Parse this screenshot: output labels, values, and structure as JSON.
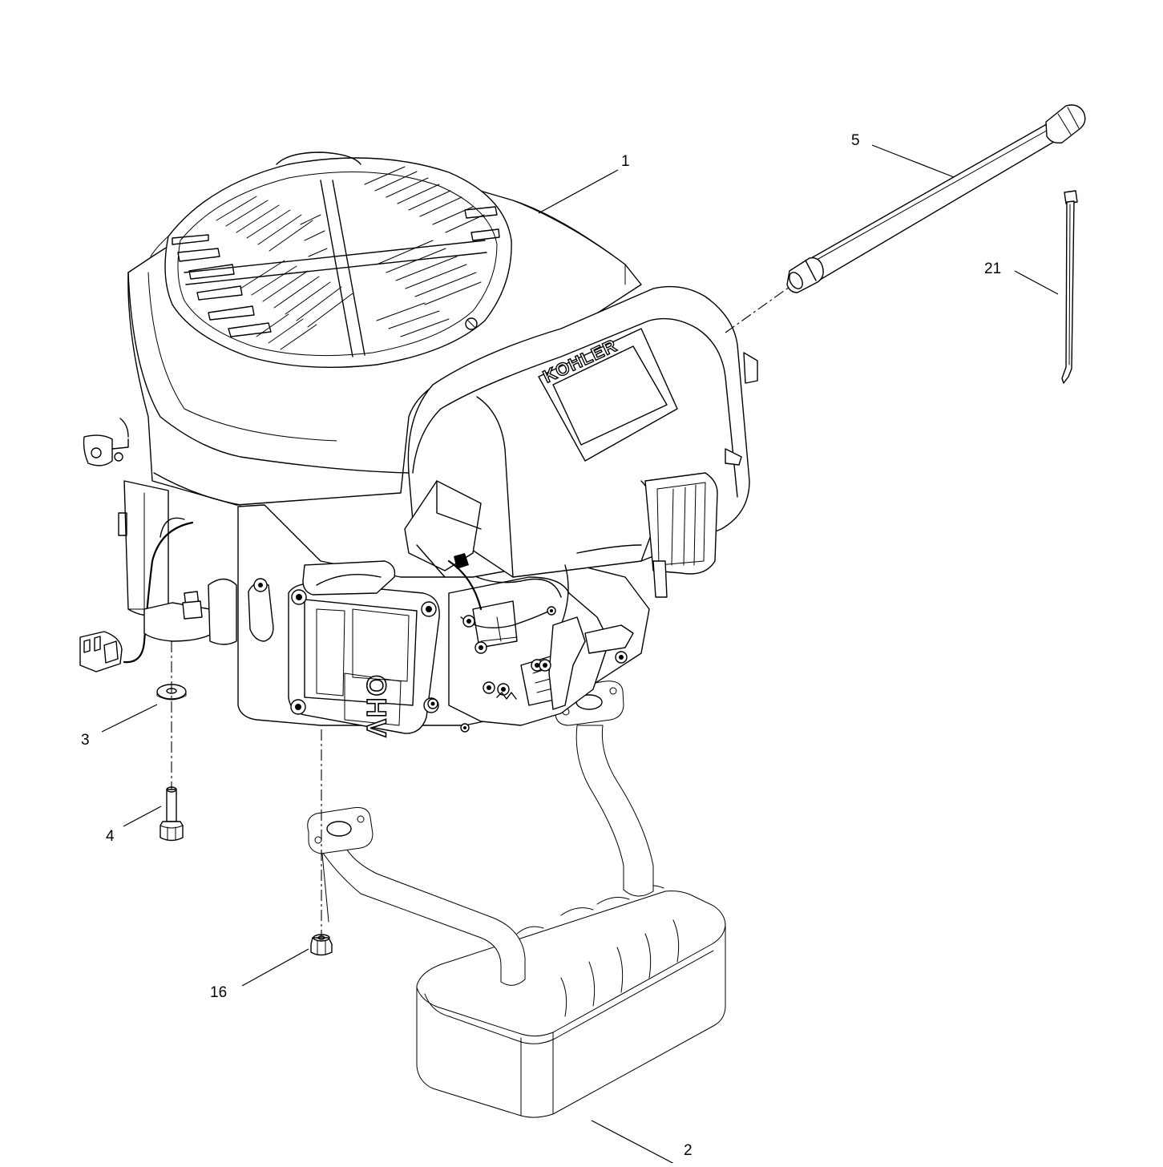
{
  "diagram": {
    "callouts": [
      {
        "id": "1",
        "label": "1"
      },
      {
        "id": "2",
        "label": "2"
      },
      {
        "id": "3",
        "label": "3"
      },
      {
        "id": "4",
        "label": "4"
      },
      {
        "id": "5",
        "label": "5"
      },
      {
        "id": "16",
        "label": "16"
      },
      {
        "id": "21",
        "label": "21"
      }
    ],
    "engine_brand": "KOHLER",
    "valve_cover_text": "OHV",
    "colors": {
      "line": "#000000",
      "background": "#ffffff"
    }
  }
}
